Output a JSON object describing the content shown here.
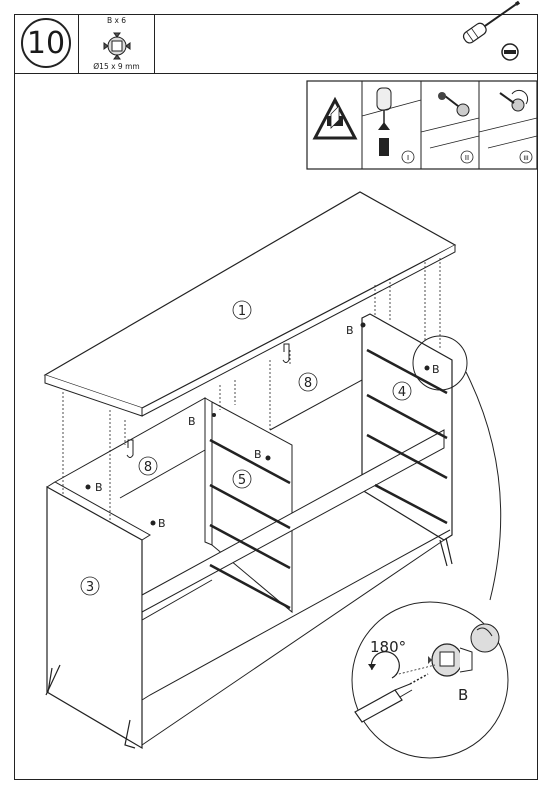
{
  "step": {
    "number": "10"
  },
  "part": {
    "qty": "B x 6",
    "dimensions": "Ø15 x 9 mm"
  },
  "tool": {
    "icon": "screwdriver-icon",
    "type_icon": "flathead-icon"
  },
  "warning": {
    "icon": "warning-triangle-icon",
    "steps": [
      "I",
      "II",
      "III"
    ]
  },
  "diagram": {
    "parts": {
      "top": "1",
      "side": "3",
      "left_drawer_frame": "4",
      "center_panel": "5",
      "back_left": "8",
      "back_right": "8"
    },
    "fitting_label": "B"
  },
  "detail": {
    "rotation": "180°",
    "fitting_label": "B"
  }
}
